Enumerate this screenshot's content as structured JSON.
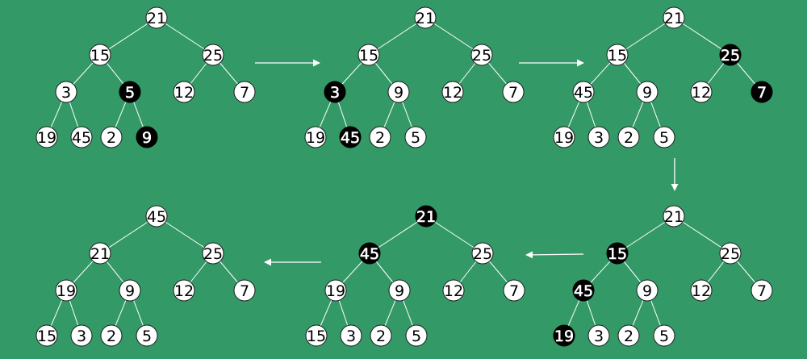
{
  "colors": {
    "background": "#339966",
    "node_fill": "#ffffff",
    "node_highlight": "#000000",
    "edge": "#ffffff",
    "arrow": "#ffffff"
  },
  "trees": [
    {
      "id": "step-1",
      "nodes": [
        {
          "value": "21",
          "highlighted": false
        },
        {
          "value": "15",
          "highlighted": false
        },
        {
          "value": "25",
          "highlighted": false
        },
        {
          "value": "3",
          "highlighted": false
        },
        {
          "value": "5",
          "highlighted": true
        },
        {
          "value": "12",
          "highlighted": false
        },
        {
          "value": "7",
          "highlighted": false
        },
        {
          "value": "19",
          "highlighted": false
        },
        {
          "value": "45",
          "highlighted": false
        },
        {
          "value": "2",
          "highlighted": false
        },
        {
          "value": "9",
          "highlighted": true
        }
      ]
    },
    {
      "id": "step-2",
      "nodes": [
        {
          "value": "21",
          "highlighted": false
        },
        {
          "value": "15",
          "highlighted": false
        },
        {
          "value": "25",
          "highlighted": false
        },
        {
          "value": "3",
          "highlighted": true
        },
        {
          "value": "9",
          "highlighted": false
        },
        {
          "value": "12",
          "highlighted": false
        },
        {
          "value": "7",
          "highlighted": false
        },
        {
          "value": "19",
          "highlighted": false
        },
        {
          "value": "45",
          "highlighted": true
        },
        {
          "value": "2",
          "highlighted": false
        },
        {
          "value": "5",
          "highlighted": false
        }
      ]
    },
    {
      "id": "step-3",
      "nodes": [
        {
          "value": "21",
          "highlighted": false
        },
        {
          "value": "15",
          "highlighted": false
        },
        {
          "value": "25",
          "highlighted": true
        },
        {
          "value": "45",
          "highlighted": false
        },
        {
          "value": "9",
          "highlighted": false
        },
        {
          "value": "12",
          "highlighted": false
        },
        {
          "value": "7",
          "highlighted": true
        },
        {
          "value": "19",
          "highlighted": false
        },
        {
          "value": "3",
          "highlighted": false
        },
        {
          "value": "2",
          "highlighted": false
        },
        {
          "value": "5",
          "highlighted": false
        }
      ]
    },
    {
      "id": "step-4",
      "nodes": [
        {
          "value": "21",
          "highlighted": false
        },
        {
          "value": "15",
          "highlighted": true
        },
        {
          "value": "25",
          "highlighted": false
        },
        {
          "value": "45",
          "highlighted": true
        },
        {
          "value": "9",
          "highlighted": false
        },
        {
          "value": "12",
          "highlighted": false
        },
        {
          "value": "7",
          "highlighted": false
        },
        {
          "value": "19",
          "highlighted": true
        },
        {
          "value": "3",
          "highlighted": false
        },
        {
          "value": "2",
          "highlighted": false
        },
        {
          "value": "5",
          "highlighted": false
        }
      ]
    },
    {
      "id": "step-5",
      "nodes": [
        {
          "value": "21",
          "highlighted": true
        },
        {
          "value": "45",
          "highlighted": true
        },
        {
          "value": "25",
          "highlighted": false
        },
        {
          "value": "19",
          "highlighted": false
        },
        {
          "value": "9",
          "highlighted": false
        },
        {
          "value": "12",
          "highlighted": false
        },
        {
          "value": "7",
          "highlighted": false
        },
        {
          "value": "15",
          "highlighted": false
        },
        {
          "value": "3",
          "highlighted": false
        },
        {
          "value": "2",
          "highlighted": false
        },
        {
          "value": "5",
          "highlighted": false
        }
      ]
    },
    {
      "id": "step-6",
      "nodes": [
        {
          "value": "45",
          "highlighted": false
        },
        {
          "value": "21",
          "highlighted": false
        },
        {
          "value": "25",
          "highlighted": false
        },
        {
          "value": "19",
          "highlighted": false
        },
        {
          "value": "9",
          "highlighted": false
        },
        {
          "value": "12",
          "highlighted": false
        },
        {
          "value": "7",
          "highlighted": false
        },
        {
          "value": "15",
          "highlighted": false
        },
        {
          "value": "3",
          "highlighted": false
        },
        {
          "value": "2",
          "highlighted": false
        },
        {
          "value": "5",
          "highlighted": false
        }
      ]
    }
  ],
  "sequence": [
    "step-1",
    "step-2",
    "step-3",
    "step-4",
    "step-5",
    "step-6"
  ]
}
